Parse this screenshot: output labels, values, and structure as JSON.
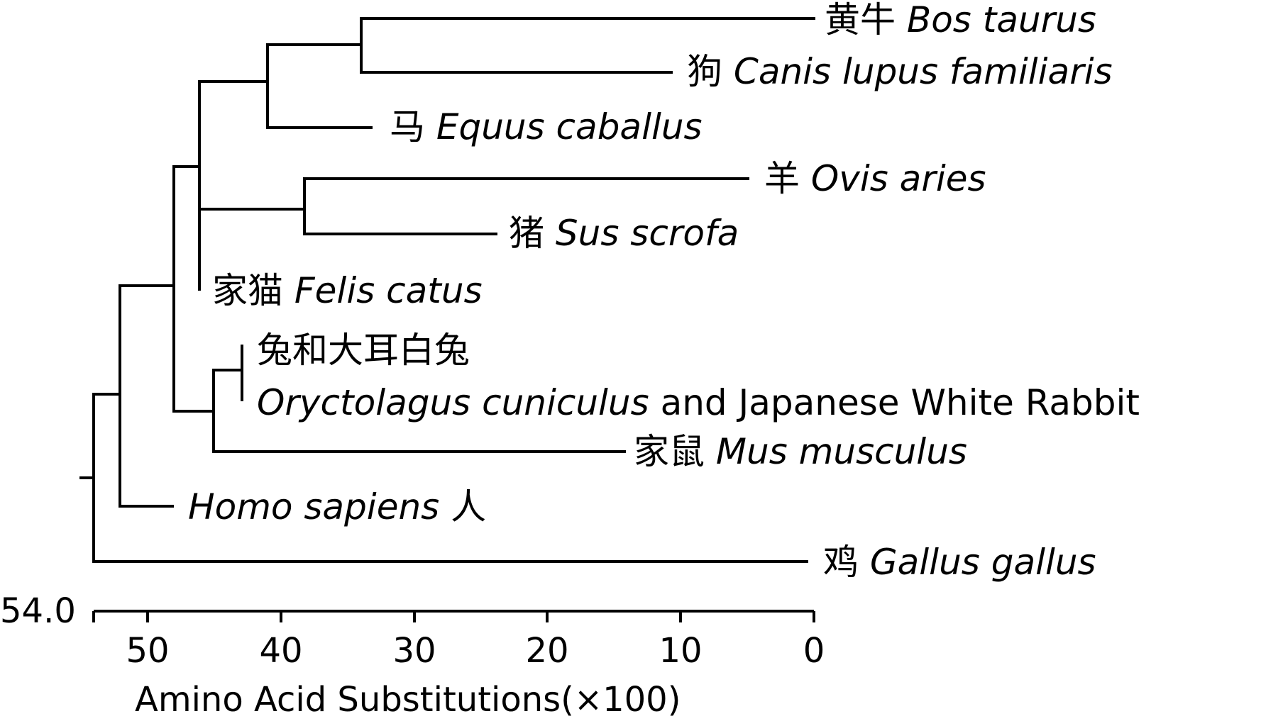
{
  "axis": {
    "title": "Amino Acid Substitutions(×100)",
    "root_label": "54.0",
    "ticks": [
      "50",
      "40",
      "30",
      "20",
      "10",
      "0"
    ]
  },
  "leaves": [
    {
      "id": "bos",
      "cn": "黄牛",
      "latin": "Bos taurus",
      "suffix": ""
    },
    {
      "id": "canis",
      "cn": "狗",
      "latin": "Canis lupus familiaris",
      "suffix": ""
    },
    {
      "id": "equus",
      "cn": "马",
      "latin": "Equus caballus",
      "suffix": ""
    },
    {
      "id": "ovis",
      "cn": "羊",
      "latin": "Ovis aries",
      "suffix": ""
    },
    {
      "id": "sus",
      "cn": "猪",
      "latin": "Sus scrofa",
      "suffix": ""
    },
    {
      "id": "felis",
      "cn": "家猫",
      "latin": "Felis catus",
      "suffix": ""
    },
    {
      "id": "rabbit",
      "cn": "兔和大耳白兔",
      "latin": "Oryctolagus cuniculus",
      "suffix": " and Japanese White Rabbit"
    },
    {
      "id": "mus",
      "cn": "家鼠",
      "latin": "Mus musculus",
      "suffix": ""
    },
    {
      "id": "homo",
      "cn": "人",
      "latin": "Homo sapiens",
      "suffix": ""
    },
    {
      "id": "gallus",
      "cn": "鸡",
      "latin": "Gallus gallus",
      "suffix": ""
    }
  ]
}
